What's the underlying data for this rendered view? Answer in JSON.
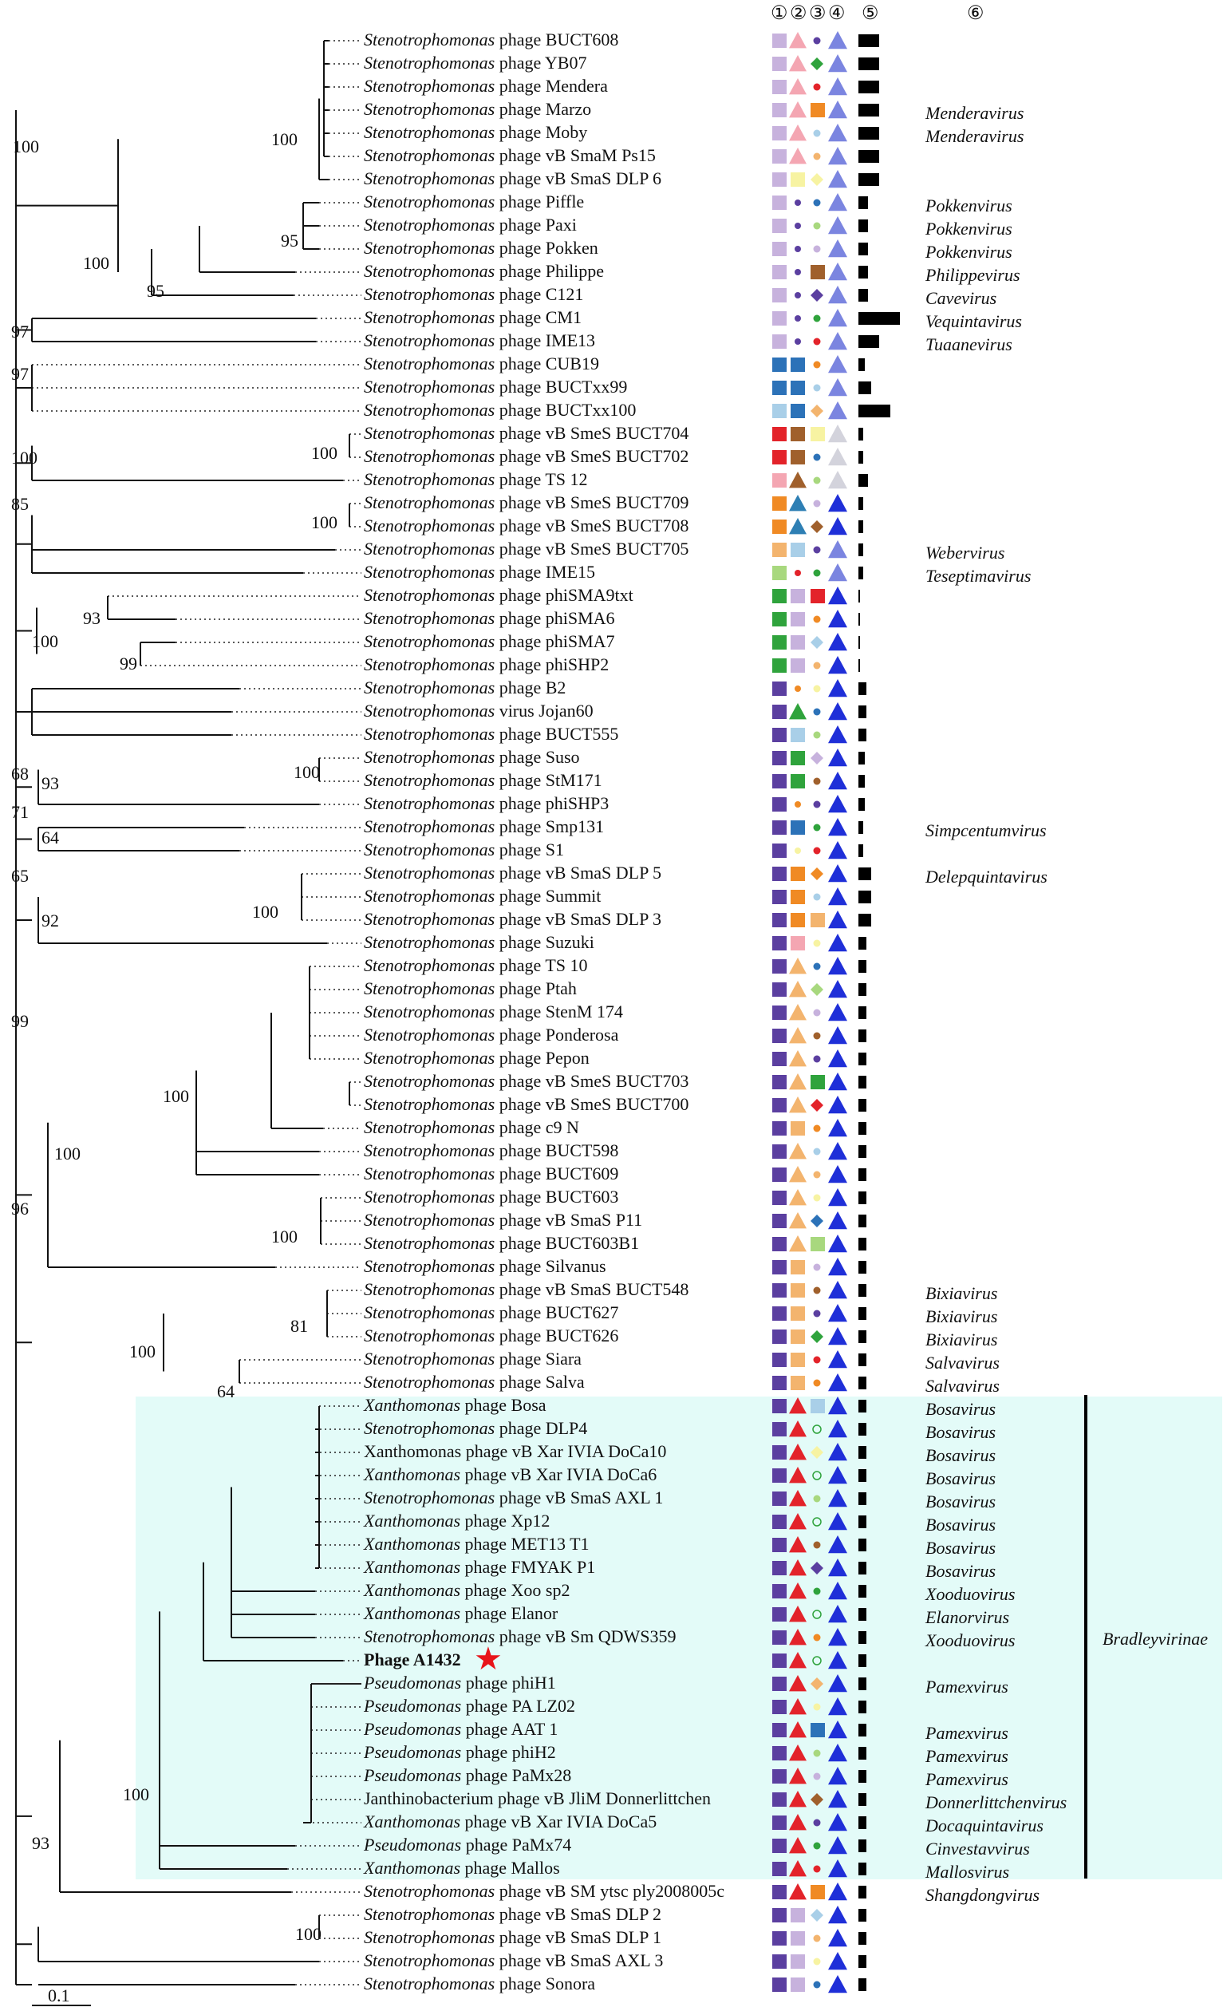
{
  "column_headers": [
    "①",
    "②",
    "③",
    "④",
    "⑤",
    "⑥"
  ],
  "scale_label": "0.1",
  "subfamily_label": "Bradleyvirinae",
  "colors": {
    "highlight_fill": "#e3fbf8",
    "star": "#e8141a",
    "purple": "#5b3fa0",
    "lavender": "#c7b2dd",
    "pink": "#f4a6b2",
    "red": "#e3232a",
    "orange": "#f08a24",
    "peach": "#f3b46e",
    "yellow": "#f7f3a2",
    "green": "#2fa33c",
    "light_green": "#a8d87e",
    "blue": "#2c72b8",
    "light_blue": "#a9cfe8",
    "teal_blue": "#2e7fb4",
    "brown": "#a0602c",
    "navy_triangle": "#1f2fd8",
    "periwinkle_triangle": "#7b85e0",
    "light_periwinkle_triangle": "#a8aee6",
    "light_gray_triangle": "#d3d3dc",
    "black": "#000000"
  },
  "taxa": [
    {
      "genus": "Stenotrophomonas",
      "rest": " phage BUCT608",
      "vgenus": ""
    },
    {
      "genus": "Stenotrophomonas",
      "rest": " phage YB07",
      "vgenus": ""
    },
    {
      "genus": "Stenotrophomonas",
      "rest": " phage Mendera",
      "vgenus": ""
    },
    {
      "genus": "Stenotrophomonas",
      "rest": " phage Marzo",
      "vgenus": "Menderavirus"
    },
    {
      "genus": "Stenotrophomonas",
      "rest": " phage Moby",
      "vgenus": "Menderavirus"
    },
    {
      "genus": "Stenotrophomonas",
      "rest": " phage vB SmaM Ps15",
      "vgenus": ""
    },
    {
      "genus": "Stenotrophomonas",
      "rest": " phage vB SmaS DLP 6",
      "vgenus": ""
    },
    {
      "genus": "Stenotrophomonas",
      "rest": " phage Piffle",
      "vgenus": "Pokkenvirus"
    },
    {
      "genus": "Stenotrophomonas",
      "rest": " phage Paxi",
      "vgenus": "Pokkenvirus"
    },
    {
      "genus": "Stenotrophomonas",
      "rest": " phage Pokken",
      "vgenus": "Pokkenvirus"
    },
    {
      "genus": "Stenotrophomonas",
      "rest": " phage Philippe",
      "vgenus": "Philippevirus"
    },
    {
      "genus": "Stenotrophomonas",
      "rest": " phage C121",
      "vgenus": "Cavevirus"
    },
    {
      "genus": "Stenotrophomonas",
      "rest": " phage CM1",
      "vgenus": "Vequintavirus"
    },
    {
      "genus": "Stenotrophomonas",
      "rest": " phage IME13",
      "vgenus": "Tuaanevirus"
    },
    {
      "genus": "Stenotrophomonas",
      "rest": " phage CUB19",
      "vgenus": ""
    },
    {
      "genus": "Stenotrophomonas",
      "rest": " phage BUCTxx99",
      "vgenus": ""
    },
    {
      "genus": "Stenotrophomonas",
      "rest": " phage BUCTxx100",
      "vgenus": ""
    },
    {
      "genus": "Stenotrophomonas",
      "rest": " phage vB SmeS BUCT704",
      "vgenus": ""
    },
    {
      "genus": "Stenotrophomonas",
      "rest": " phage vB SmeS BUCT702",
      "vgenus": ""
    },
    {
      "genus": "Stenotrophomonas",
      "rest": " phage TS 12",
      "vgenus": ""
    },
    {
      "genus": "Stenotrophomonas",
      "rest": " phage vB SmeS BUCT709",
      "vgenus": ""
    },
    {
      "genus": "Stenotrophomonas",
      "rest": " phage vB SmeS BUCT708",
      "vgenus": ""
    },
    {
      "genus": "Stenotrophomonas",
      "rest": " phage vB SmeS BUCT705",
      "vgenus": "Webervirus"
    },
    {
      "genus": "Stenotrophomonas",
      "rest": " phage IME15",
      "vgenus": "Teseptimavirus"
    },
    {
      "genus": "Stenotrophomonas",
      "rest": " phage phiSMA9txt",
      "vgenus": ""
    },
    {
      "genus": "Stenotrophomonas",
      "rest": " phage phiSMA6",
      "vgenus": ""
    },
    {
      "genus": "Stenotrophomonas",
      "rest": " phage phiSMA7",
      "vgenus": ""
    },
    {
      "genus": "Stenotrophomonas",
      "rest": " phage phiSHP2",
      "vgenus": ""
    },
    {
      "genus": "Stenotrophomonas",
      "rest": " phage B2",
      "vgenus": ""
    },
    {
      "genus": "Stenotrophomonas",
      "rest": " virus Jojan60",
      "vgenus": ""
    },
    {
      "genus": "Stenotrophomonas",
      "rest": " phage BUCT555",
      "vgenus": ""
    },
    {
      "genus": "Stenotrophomonas",
      "rest": " phage Suso",
      "vgenus": ""
    },
    {
      "genus": "Stenotrophomonas",
      "rest": " phage StM171",
      "vgenus": ""
    },
    {
      "genus": "Stenotrophomonas",
      "rest": " phage phiSHP3",
      "vgenus": ""
    },
    {
      "genus": "Stenotrophomonas",
      "rest": " phage Smp131",
      "vgenus": "Simpcentumvirus"
    },
    {
      "genus": "Stenotrophomonas",
      "rest": " phage S1",
      "vgenus": ""
    },
    {
      "genus": "Stenotrophomonas",
      "rest": " phage vB SmaS DLP 5",
      "vgenus": "Delepquintavirus"
    },
    {
      "genus": "Stenotrophomonas",
      "rest": " phage Summit",
      "vgenus": ""
    },
    {
      "genus": "Stenotrophomonas",
      "rest": " phage vB SmaS DLP 3",
      "vgenus": ""
    },
    {
      "genus": "Stenotrophomonas",
      "rest": " phage Suzuki",
      "vgenus": ""
    },
    {
      "genus": "Stenotrophomonas",
      "rest": " phage TS 10",
      "vgenus": ""
    },
    {
      "genus": "Stenotrophomonas",
      "rest": " phage Ptah",
      "vgenus": ""
    },
    {
      "genus": "Stenotrophomonas",
      "rest": " phage StenM 174",
      "vgenus": ""
    },
    {
      "genus": "Stenotrophomonas",
      "rest": " phage Ponderosa",
      "vgenus": ""
    },
    {
      "genus": "Stenotrophomonas",
      "rest": " phage Pepon",
      "vgenus": ""
    },
    {
      "genus": "Stenotrophomonas",
      "rest": " phage vB SmeS BUCT703",
      "vgenus": ""
    },
    {
      "genus": "Stenotrophomonas",
      "rest": " phage vB SmeS BUCT700",
      "vgenus": ""
    },
    {
      "genus": "Stenotrophomonas",
      "rest": " phage c9 N",
      "vgenus": ""
    },
    {
      "genus": "Stenotrophomonas",
      "rest": " phage BUCT598",
      "vgenus": ""
    },
    {
      "genus": "Stenotrophomonas",
      "rest": " phage BUCT609",
      "vgenus": ""
    },
    {
      "genus": "Stenotrophomonas",
      "rest": " phage BUCT603",
      "vgenus": ""
    },
    {
      "genus": "Stenotrophomonas",
      "rest": " phage vB SmaS P11",
      "vgenus": ""
    },
    {
      "genus": "Stenotrophomonas",
      "rest": " phage BUCT603B1",
      "vgenus": ""
    },
    {
      "genus": "Stenotrophomonas",
      "rest": " phage Silvanus",
      "vgenus": ""
    },
    {
      "genus": "Stenotrophomonas",
      "rest": " phage vB SmaS BUCT548",
      "vgenus": "Bixiavirus"
    },
    {
      "genus": "Stenotrophomonas",
      "rest": " phage BUCT627",
      "vgenus": "Bixiavirus"
    },
    {
      "genus": "Stenotrophomonas",
      "rest": " phage BUCT626",
      "vgenus": "Bixiavirus"
    },
    {
      "genus": "Stenotrophomonas",
      "rest": " phage Siara",
      "vgenus": "Salvavirus"
    },
    {
      "genus": "Stenotrophomonas",
      "rest": " phage Salva",
      "vgenus": "Salvavirus"
    },
    {
      "genus": "Xanthomonas",
      "rest": " phage Bosa",
      "vgenus": "Bosavirus"
    },
    {
      "genus": "Stenotrophomonas",
      "rest": " phage DLP4",
      "vgenus": "Bosavirus"
    },
    {
      "genus": "",
      "rest": "Xanthomonas phage vB Xar IVIA DoCa10",
      "vgenus": "Bosavirus"
    },
    {
      "genus": "Xanthomonas",
      "rest": " phage vB Xar IVIA DoCa6",
      "vgenus": "Bosavirus"
    },
    {
      "genus": "Stenotrophomonas",
      "rest": " phage vB SmaS AXL 1",
      "vgenus": "Bosavirus"
    },
    {
      "genus": "Xanthomonas",
      "rest": " phage Xp12",
      "vgenus": "Bosavirus"
    },
    {
      "genus": "Xanthomonas",
      "rest": " phage MET13 T1",
      "vgenus": "Bosavirus"
    },
    {
      "genus": "Xanthomonas",
      "rest": " phage FMYAK P1",
      "vgenus": "Bosavirus"
    },
    {
      "genus": "Xanthomonas",
      "rest": " phage Xoo sp2",
      "vgenus": "Xooduovirus"
    },
    {
      "genus": "Xanthomonas",
      "rest": " phage Elanor",
      "vgenus": "Elanorvirus"
    },
    {
      "genus": "Stenotrophomonas",
      "rest": " phage vB Sm QDWS359",
      "vgenus": "Xooduovirus"
    },
    {
      "genus": "",
      "rest": "Phage A1432",
      "vgenus": "",
      "bold": true
    },
    {
      "genus": "Pseudomonas",
      "rest": " phage phiH1",
      "vgenus": "Pamexvirus"
    },
    {
      "genus": "Pseudomonas",
      "rest": " phage PA LZ02",
      "vgenus": ""
    },
    {
      "genus": "Pseudomonas",
      "rest": " phage AAT 1",
      "vgenus": "Pamexvirus"
    },
    {
      "genus": "Pseudomonas",
      "rest": " phage phiH2",
      "vgenus": "Pamexvirus"
    },
    {
      "genus": "Pseudomonas",
      "rest": " phage PaMx28",
      "vgenus": "Pamexvirus"
    },
    {
      "genus": "",
      "rest": "Janthinobacterium phage vB JliM Donnerlittchen",
      "vgenus": "Donnerlittchenvirus"
    },
    {
      "genus": "Xanthomonas",
      "rest": " phage vB Xar IVIA DoCa5",
      "vgenus": "Docaquintavirus"
    },
    {
      "genus": "Pseudomonas",
      "rest": " phage PaMx74",
      "vgenus": "Cinvestavvirus"
    },
    {
      "genus": "Xanthomonas",
      "rest": " phage Mallos",
      "vgenus": "Mallosvirus"
    },
    {
      "genus": "Stenotrophomonas",
      "rest": " phage vB SM ytsc ply2008005c",
      "vgenus": "Shangdongvirus"
    },
    {
      "genus": "Stenotrophomonas",
      "rest": " phage vB SmaS DLP 2",
      "vgenus": ""
    },
    {
      "genus": "Stenotrophomonas",
      "rest": " phage vB SmaS DLP 1",
      "vgenus": ""
    },
    {
      "genus": "Stenotrophomonas",
      "rest": " phage vB SmaS AXL 3",
      "vgenus": ""
    },
    {
      "genus": "Stenotrophomonas",
      "rest": " phage Sonora",
      "vgenus": ""
    }
  ],
  "bootstrap_values": [
    "100",
    "100",
    "95",
    "100",
    "95",
    "97",
    "97",
    "100",
    "100",
    "85",
    "100",
    "93",
    "100",
    "99",
    "68",
    "93",
    "100",
    "71",
    "64",
    "65",
    "92",
    "100",
    "99",
    "100",
    "100",
    "96",
    "100",
    "81",
    "100",
    "64",
    "100",
    "93",
    "100"
  ]
}
